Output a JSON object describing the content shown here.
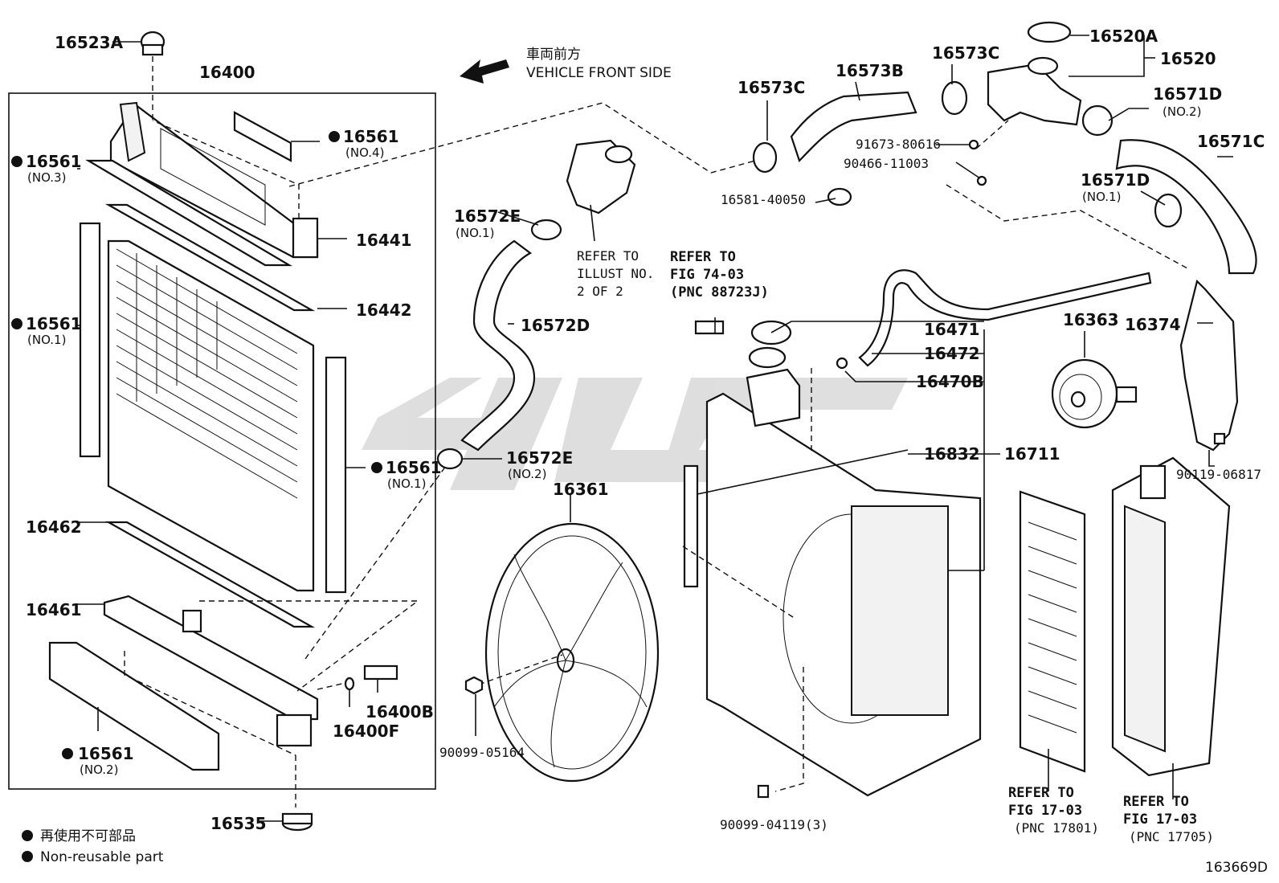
{
  "direction": {
    "jp": "車両前方",
    "en": "VEHICLE FRONT SIDE"
  },
  "labels": {
    "l16523A": "16523A",
    "l16400": "16400",
    "l16561_no4": "16561",
    "no4": "(NO.4)",
    "l16561_no3": "16561",
    "no3": "(NO.3)",
    "l16441": "16441",
    "l16442": "16442",
    "l16561_no1_left": "16561",
    "no1_left": "(NO.1)",
    "l16561_no1_right": "16561",
    "no1_right": "(NO.1)",
    "l16462": "16462",
    "l16461": "16461",
    "l16400B": "16400B",
    "l16400F": "16400F",
    "l16561_no2": "16561",
    "no2": "(NO.2)",
    "l16535": "16535",
    "l16572E_no1": "16572E",
    "e_no1": "(NO.1)",
    "l16572D": "16572D",
    "l16572E_no2": "16572E",
    "e_no2": "(NO.2)",
    "l16361": "16361",
    "l90099_05164": "90099-05164",
    "l16573C_left": "16573C",
    "l16573B": "16573B",
    "l16573C_right": "16573C",
    "l16520A": "16520A",
    "l16520": "16520",
    "l16571D_no2": "16571D",
    "d_no2": "(NO.2)",
    "l16571C": "16571C",
    "l91673": "91673-80616",
    "l90466": "90466-11003",
    "l16581": "16581-40050",
    "l16571D_no1": "16571D",
    "d_no1": "(NO.1)",
    "l16471": "16471",
    "l16472": "16472",
    "l16470B": "16470B",
    "l16832": "16832",
    "l16711": "16711",
    "l16363": "16363",
    "l16374": "16374",
    "l90119": "90119-06817",
    "l90099_04119": "90099-04119(3)"
  },
  "refs": {
    "illust": [
      "REFER TO",
      "ILLUST NO.",
      "2 OF 2"
    ],
    "fig74": [
      "REFER TO",
      "FIG 74-03",
      "(PNC 88723J)"
    ],
    "fig17a": [
      "REFER TO",
      "FIG 17-03",
      "(PNC 17801)"
    ],
    "fig17b": [
      "REFER TO",
      "FIG 17-03",
      "(PNC 17705)"
    ]
  },
  "legend": {
    "jp": "再使用不可部品",
    "en": "Non-reusable part"
  },
  "diagram_id": "163669D"
}
